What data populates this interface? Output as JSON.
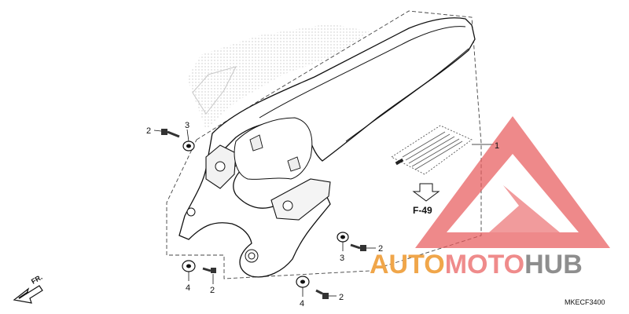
{
  "diagram": {
    "callouts": {
      "part_1": "1",
      "part_2_a": "2",
      "part_2_b": "2",
      "part_2_c": "2",
      "part_2_d": "2",
      "part_3_a": "3",
      "part_3_b": "3",
      "part_4_a": "4",
      "part_4_b": "4"
    },
    "reference_label": "F-49",
    "front_marker": "FR.",
    "diagram_code": "MKECF3400"
  },
  "watermark": {
    "word_orange": "AUTO",
    "word_pink": "MOTO",
    "word_gray": "HUB",
    "colors": {
      "orange": "#f0a64a",
      "pink": "#ef8b8b",
      "gray": "#8e8e8e",
      "triangle": "#e8585a"
    }
  }
}
